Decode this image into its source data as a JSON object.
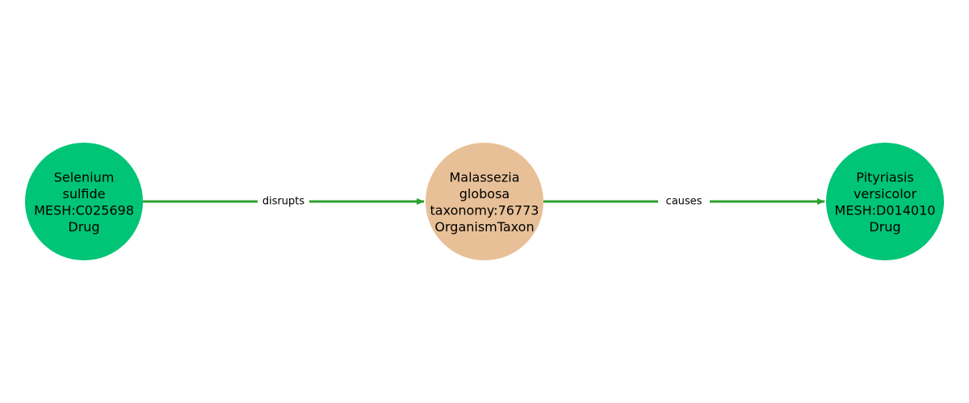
{
  "nodes": [
    {
      "id": "selenium",
      "lines": [
        "Selenium",
        "sulfide",
        "MESH:C025698",
        "Drug"
      ],
      "color": "#00c476"
    },
    {
      "id": "malassezia",
      "lines": [
        "Malassezia",
        "globosa",
        "taxonomy:76773",
        "OrganismTaxon"
      ],
      "color": "#e8c098"
    },
    {
      "id": "pityriasis",
      "lines": [
        "Pityriasis",
        "versicolor",
        "MESH:D014010",
        "Drug"
      ],
      "color": "#00c476"
    }
  ],
  "edges": [
    {
      "from": "selenium",
      "to": "malassezia",
      "label": "disrupts"
    },
    {
      "from": "malassezia",
      "to": "pityriasis",
      "label": "causes"
    }
  ],
  "edge_color": "#2ca02c"
}
